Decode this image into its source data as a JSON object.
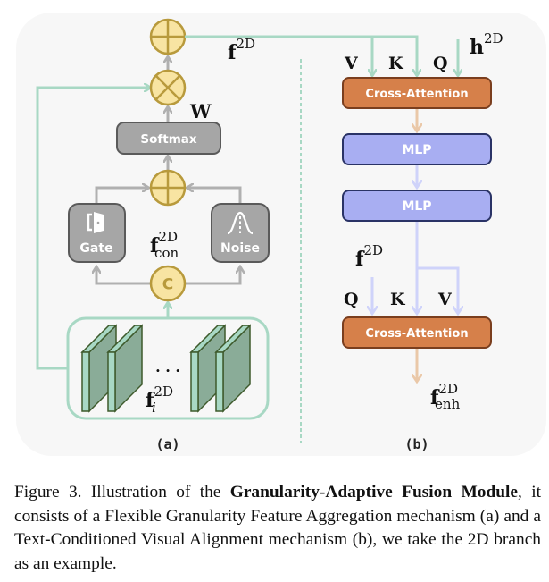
{
  "figure": {
    "panel_a": {
      "label": "(a)",
      "softmax_label": "Softmax",
      "gate_label": "Gate",
      "noise_label": "Noise",
      "concat_symbol": "C",
      "weight_label": "W",
      "f2d_base": "f",
      "f2d_sup": "2D",
      "fcon_base": "f",
      "fcon_sup": "2D",
      "fcon_sub": "con",
      "fi_base": "f",
      "fi_sup": "2D",
      "fi_sub": "i",
      "ellipsis": ". . .",
      "icons": {
        "gate": "door-icon",
        "noise": "gaussian-curve-icon",
        "add": "circle-plus-icon",
        "multiply": "circle-times-icon"
      }
    },
    "panel_b": {
      "label": "(b)",
      "cross_attention_top": "Cross-Attention",
      "mlp_1": "MLP",
      "mlp_2": "MLP",
      "cross_attention_bottom": "Cross-Attention",
      "top_inputs": {
        "v": "V",
        "k": "K",
        "q": "Q"
      },
      "h2d_base": "h",
      "h2d_sup": "2D",
      "bottom_inputs": {
        "q": "Q",
        "k": "K",
        "v": "V"
      },
      "f2d_base": "f",
      "f2d_sup": "2D",
      "fenh_base": "f",
      "fenh_sup": "2D",
      "fenh_sub": "enh"
    },
    "colors": {
      "panel_bg": "#f7f7f7",
      "teal_line": "#a8d8c4",
      "gray_line": "#b0b0b0",
      "yellow_fill": "#f8e4a2",
      "yellow_stroke": "#b89a3c",
      "gray_box": "#a6a6a6",
      "gray_box_stroke": "#5a5a5a",
      "orange_box": "#d6804a",
      "orange_stroke": "#7a3e1e",
      "orange_arrow": "#eac8a8",
      "purple_box": "#a8aef2",
      "purple_stroke": "#2a3366",
      "purple_arrow": "#cfd3fa",
      "feature_fill": "#8aac98",
      "feature_front": "#a8d8c4",
      "feature_stroke": "#3e5a2c"
    }
  },
  "caption": {
    "prefix": "Figure 3. Illustration of the ",
    "bold": "Granularity-Adaptive Fusion Module",
    "suffix": ", it consists of a Flexible Granularity Feature Aggregation mechanism (a) and a Text-Conditioned Visual Alignment mechanism (b), we take the 2D branch as an example."
  }
}
